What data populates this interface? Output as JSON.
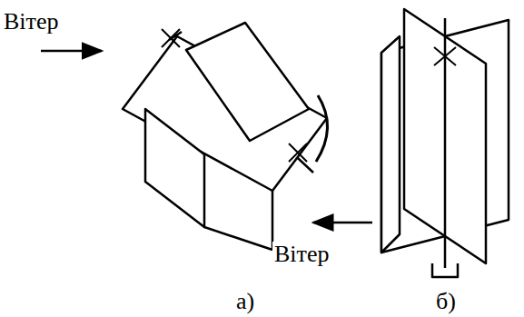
{
  "diagram": {
    "labels": [
      "Вітер",
      "Вітер",
      "а)",
      "б)"
    ]
  }
}
